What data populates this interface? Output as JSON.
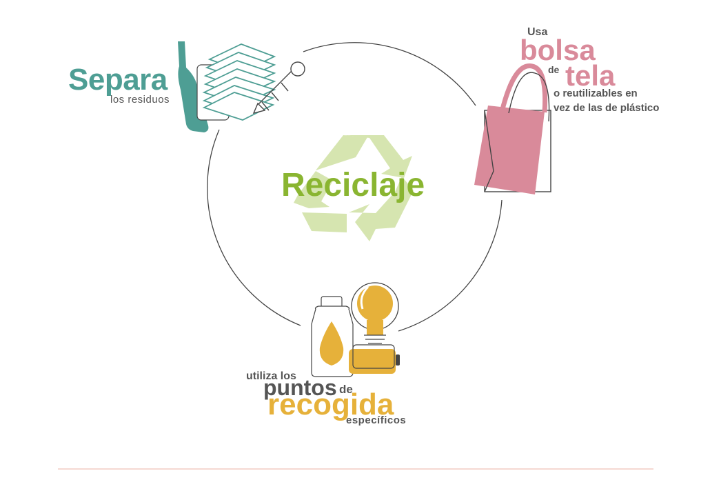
{
  "center": {
    "title": "Reciclaje"
  },
  "separa": {
    "title": "Separa",
    "subtitle": "los residuos"
  },
  "bolsa": {
    "intro": "Usa",
    "word1": "bolsa",
    "connector": "de",
    "word2": "tela",
    "line1": "o reutilizables en",
    "line2": "vez de las de plástico"
  },
  "puntos": {
    "intro": "utiliza los",
    "word1": "puntos",
    "connector": "de",
    "word2": "recogida",
    "suffix": "específicos"
  },
  "colors": {
    "teal": "#4e9e94",
    "pink": "#d98a9a",
    "green": "#8ab531",
    "light_green": "#d6e5b0",
    "yellow": "#e6b13a",
    "gray_text": "#555555",
    "line": "#444444",
    "footer_line": "#f2cbc4"
  },
  "icons": {
    "cycle": "cycle-ring",
    "recycle": "recycle-icon",
    "separa": [
      "bottle-icon",
      "paper-stack-icon",
      "jar-icon",
      "fish-bone-icon"
    ],
    "bolsa": [
      "tote-bag-icon"
    ],
    "puntos": [
      "oil-bottle-icon",
      "lightbulb-icon",
      "battery-icon"
    ]
  }
}
